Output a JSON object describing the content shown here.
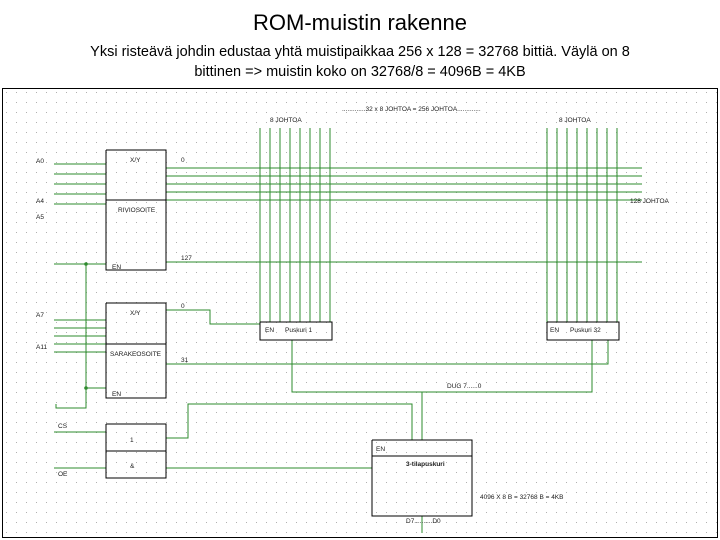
{
  "slide": {
    "title": "ROM-muistin rakenne",
    "subtitle_line1": "Yksi risteävä johdin edustaa yhtä muistipaikkaa 256 x 128 = 32768 bittiä. Väylä on 8",
    "subtitle_line2": "bittinen => muistin koko on 32768/8 = 4096B = 4KB"
  },
  "diagram": {
    "colors": {
      "wire": "#2e8b2e",
      "component": "#000000",
      "grid_dot": "#b0b0b0"
    },
    "top_note": ".............32 x 8 JOHTOA = 256 JOHTOA.............",
    "col_group_left_label": "8 JOHTOA",
    "col_group_right_label": "8 JOHTOA",
    "row_label_first": "0",
    "row_label_last": "127",
    "rows_right_label": "128 JOHTOA",
    "col_label_first": "0",
    "col_label_last": "31",
    "inputs": {
      "a0": "A0",
      "a4": "A4",
      "a5": "A5",
      "a7": "A7",
      "a11": "A11",
      "cs": "CS",
      "oe": "OE"
    },
    "row_decoder": {
      "type": "X/Y",
      "name": "RIVIOSOITE",
      "enable": "EN"
    },
    "col_decoder": {
      "type": "X/Y",
      "name": "SARAKEOSOITE",
      "enable": "EN"
    },
    "buffer_left": {
      "enable": "EN",
      "label": "Puskuri 1"
    },
    "buffer_right": {
      "enable": "EN",
      "label": "Puskuri 32"
    },
    "bus_label": "DUG 7......0",
    "gate": {
      "or_symbol": "1",
      "and_symbol": "&"
    },
    "tristate": {
      "enable": "EN",
      "label": "3-tilapuskuri"
    },
    "size_note": "4096 X 8 B = 32768 B = 4KB",
    "data_out_label": "D7..........D0"
  }
}
